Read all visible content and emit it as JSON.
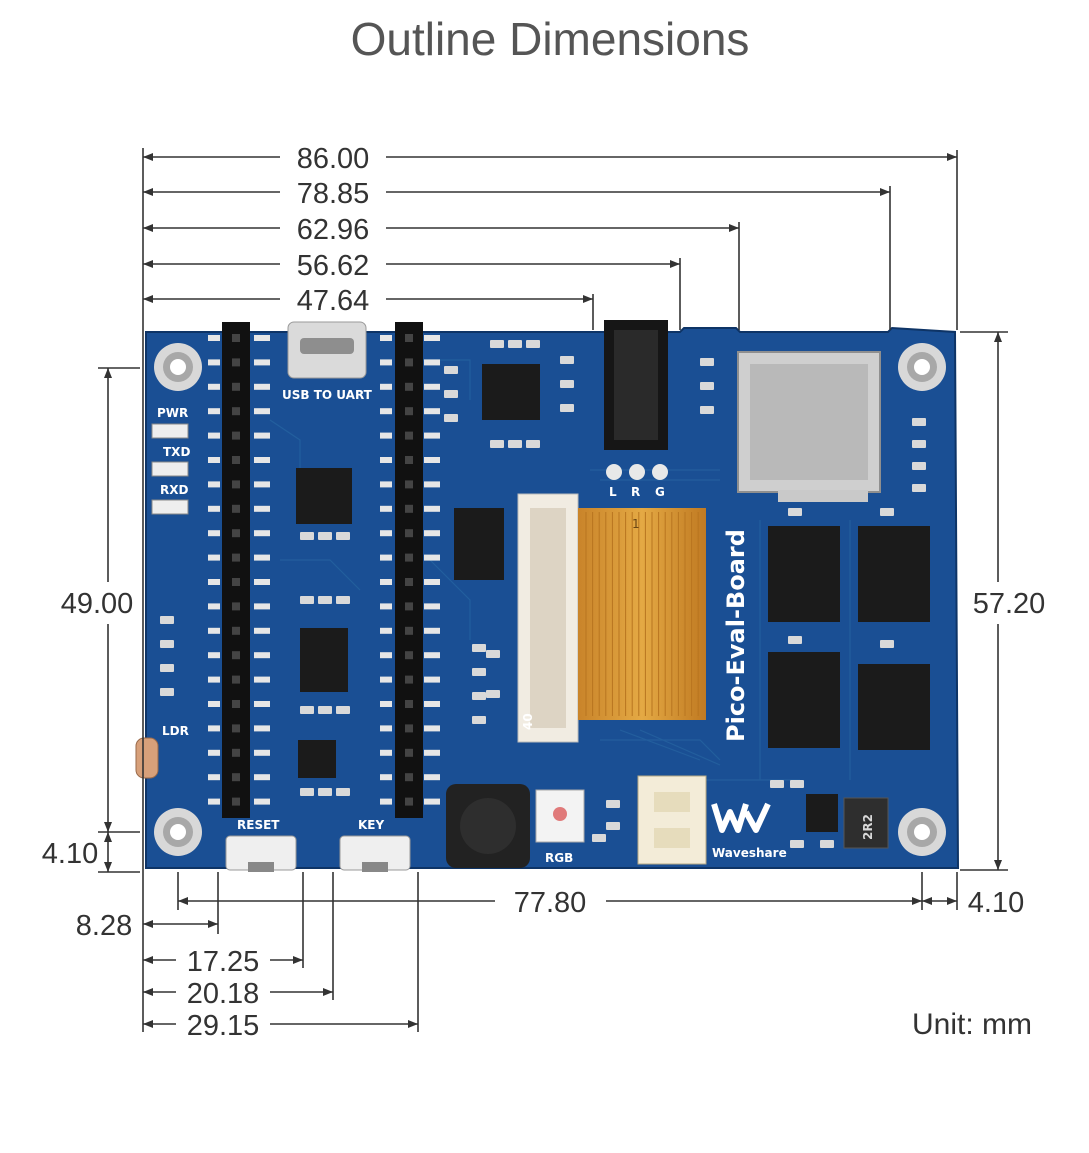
{
  "title": "Outline Dimensions",
  "unit_label": "Unit: mm",
  "dimensions": {
    "top_86_00": "86.00",
    "top_78_85": "78.85",
    "top_62_96": "62.96",
    "top_56_62": "56.62",
    "top_47_64": "47.64",
    "left_49_00": "49.00",
    "left_4_10": "4.10",
    "right_57_20": "57.20",
    "bottom_77_80": "77.80",
    "bottom_right_4_10": "4.10",
    "bottom_8_28": "8.28",
    "bottom_17_25": "17.25",
    "bottom_20_18": "20.18",
    "bottom_29_15": "29.15"
  },
  "board": {
    "name": "Pico-Eval-Board",
    "brand": "Waveshare",
    "colors": {
      "pcb": "#1a4f94",
      "pcb_dark": "#123c75",
      "header": "#111111",
      "fpc": "#d9962b"
    },
    "labels": {
      "usb": "USB TO UART",
      "pwr": "PWR",
      "txd": "TXD",
      "rxd": "RXD",
      "ldr": "LDR",
      "reset": "RESET",
      "key": "KEY",
      "rgb": "RGB",
      "audio_l": "L",
      "audio_r": "R",
      "audio_g": "G",
      "fpc_1": "1",
      "fpc_40": "40",
      "inductor": "2R2"
    }
  }
}
